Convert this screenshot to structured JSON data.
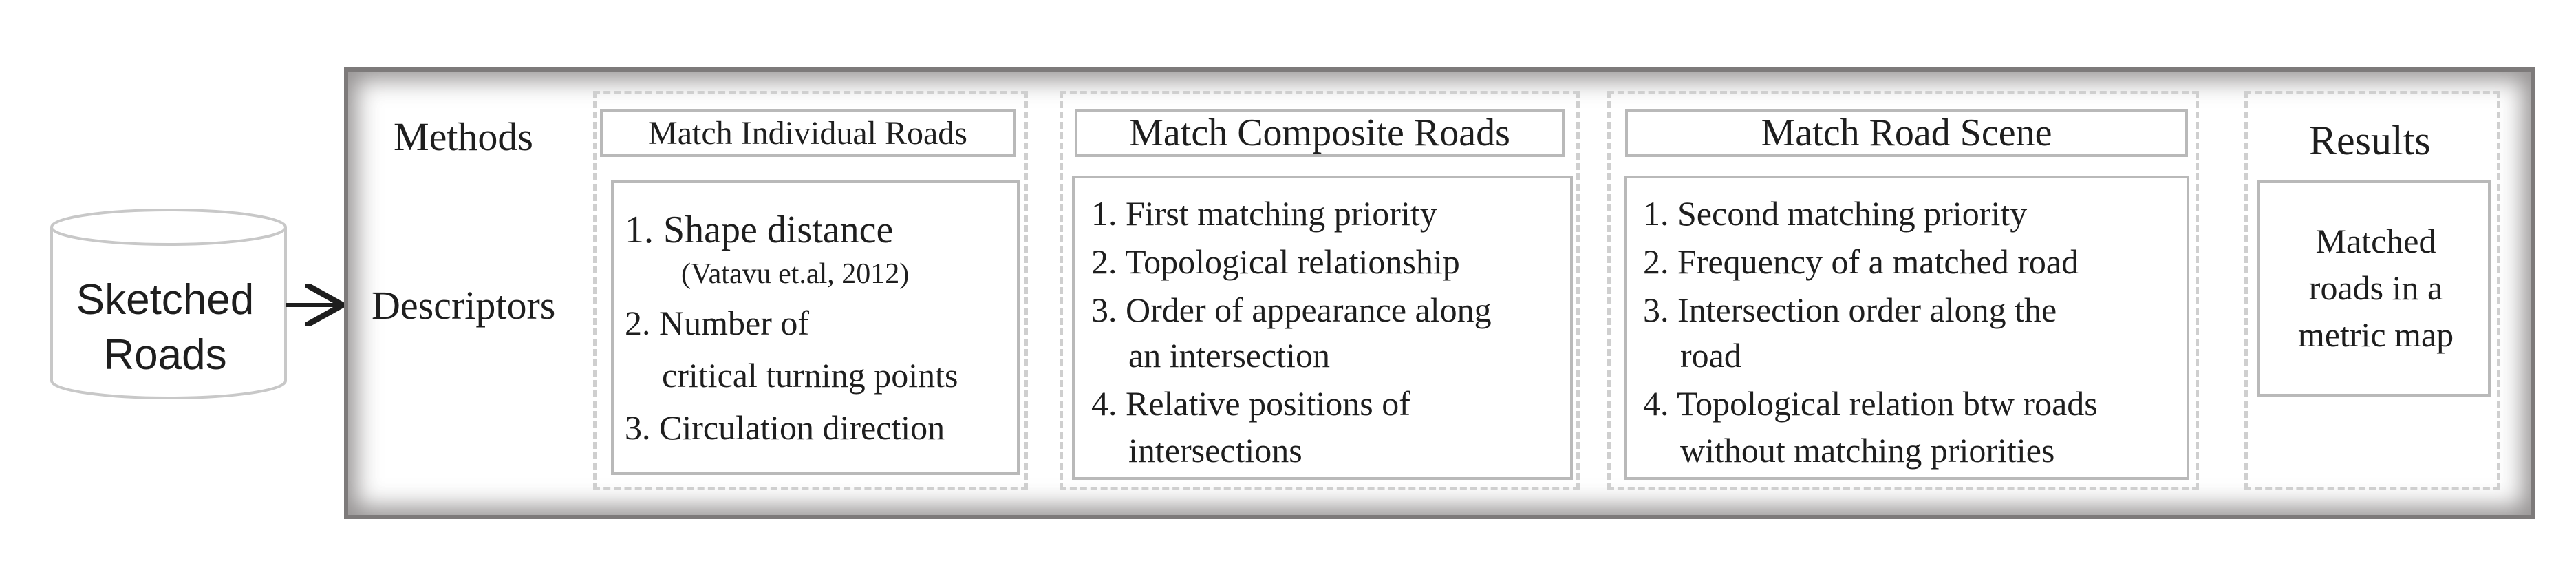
{
  "input": {
    "label_line1": "Sketched",
    "label_line2": "Roads"
  },
  "rows": {
    "methods": "Methods",
    "descriptors": "Descriptors"
  },
  "columns": [
    {
      "method": "Match Individual Roads",
      "descriptors": [
        "1. Shape distance",
        "(Vatavu et.al, 2012)",
        "2. Number of",
        "critical turning points",
        "3. Circulation direction"
      ]
    },
    {
      "method": "Match Composite Roads",
      "descriptors": [
        "1. First matching priority",
        "2. Topological relationship",
        "3. Order of appearance along",
        "an intersection",
        "4. Relative positions of",
        "intersections"
      ]
    },
    {
      "method": "Match Road Scene",
      "descriptors": [
        "1. Second matching priority",
        "2. Frequency of a matched road",
        "3. Intersection order along the",
        "road",
        "4. Topological relation btw roads",
        "without matching priorities"
      ]
    }
  ],
  "results": {
    "heading": "Results",
    "text_line1": "Matched",
    "text_line2": "roads in a",
    "text_line3": "metric map"
  }
}
